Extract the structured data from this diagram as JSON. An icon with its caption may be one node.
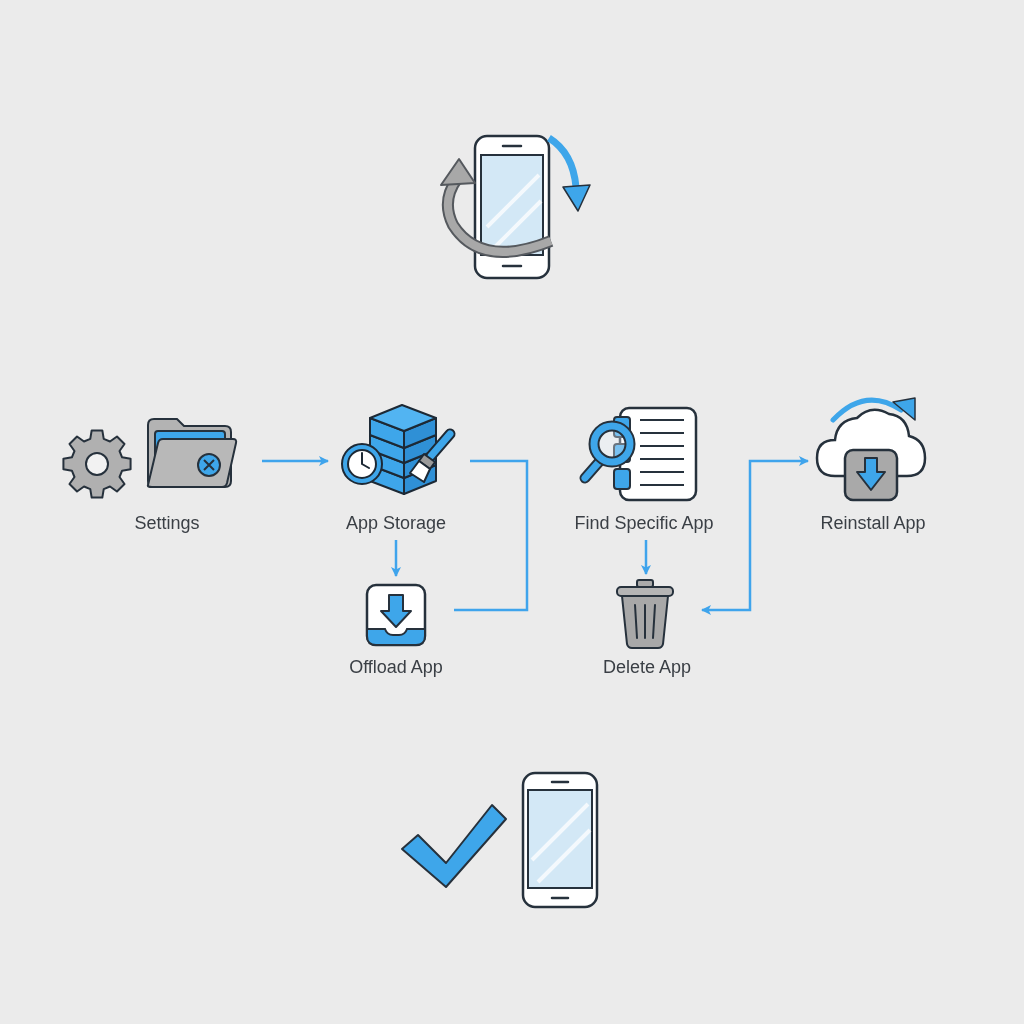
{
  "diagram": {
    "nodes": [
      {
        "text": [
          "Settings"
        ]
      },
      {
        "text": [
          "App Storage"
        ]
      },
      {
        "text": [
          "Offload App"
        ]
      },
      {
        "text": [
          "Find Specific App"
        ]
      },
      {
        "text": [
          "Delete App"
        ]
      },
      {
        "text": [
          "Reinstall App"
        ]
      }
    ],
    "edges": [
      {
        "from": 0,
        "to": 1,
        "arrow": "to"
      },
      {
        "from": 1,
        "to": 2,
        "arrow": "to"
      },
      {
        "from": 1,
        "to": 2,
        "arrow": "none"
      },
      {
        "from": 3,
        "to": 4,
        "arrow": "to"
      },
      {
        "from": 4,
        "to": 5,
        "arrow": "both"
      }
    ]
  }
}
